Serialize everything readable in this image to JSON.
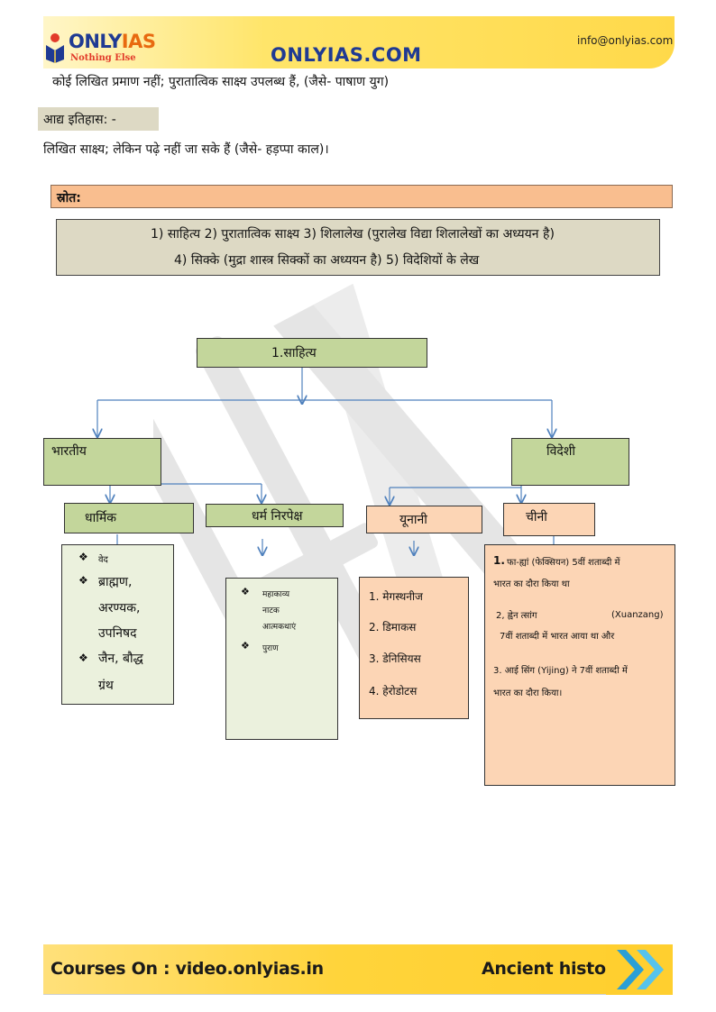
{
  "header": {
    "logo_only": "ONLY",
    "logo_ias": "IAS",
    "logo_tagline": "Nothing Else",
    "site": "ONLYIAS.COM",
    "email": "info@onlyias.com"
  },
  "intro": {
    "line1": "कोई लिखित प्रमाण नहीं; पुरातात्विक साक्ष्य उपलब्ध हैं, (जैसे- पाषाण युग)",
    "proto_label": "आद्य इतिहास: -",
    "line2": "लिखित साक्ष्य; लेकिन पढ़े नहीं  जा सके हैं (जैसे- हड़प्पा काल)।"
  },
  "sources": {
    "title": "स्रोत:",
    "line1": "1) साहित्य 2) पुरातात्विक साक्ष्य 3) शिलालेख (पुरालेख विद्या शिलालेखों का  अध्ययन है)",
    "line2": "4) सिक्के (मुद्रा शास्त्र सिक्कों का  अध्ययन है) 5) विदेशियों के लेख"
  },
  "diagram": {
    "root": "1.साहित्य",
    "indian": "भारतीय",
    "foreign": "विदेशी",
    "religious": "धार्मिक",
    "secular": "धर्म निरपेक्ष",
    "greek": "यूनानी",
    "chinese": "चीनी",
    "religious_items": [
      "वेद",
      "ब्राह्मण,",
      "अरण्यक,",
      "उपनिषद",
      "जैन, बौद्ध",
      "ग्रंथ"
    ],
    "secular_items": [
      "महाकाव्य",
      "नाटक",
      "आत्मकथाएं",
      "पुराण"
    ],
    "greek_items": [
      "1. मेगस्थनीज",
      "2. डिमाकस",
      "3. डेनिसियस",
      "4. हेरोडोटस"
    ],
    "chinese_items": {
      "c1a": "1.",
      "c1b": "फा-ह्यां (फेक्सियन)   5वीं शताब्दी में",
      "c1c": "भारत का दौरा किया था",
      "c2a": "2, ह्वेन त्सांग",
      "c2b": "(Xuanzang)",
      "c2c": "7वीं शताब्दी में  भारत आया था और",
      "c3a": "3. आई सिंग (Yijing) ने 7वीं शताब्दी में",
      "c3b": "भारत का दौरा किया।"
    }
  },
  "footer": {
    "courses": "Courses On : video.onlyias.in",
    "subject": "Ancient history"
  },
  "colors": {
    "header_yellow": "#ffd94a",
    "logo_blue": "#1f3a93",
    "logo_orange": "#e86a10",
    "node_green": "#c3d69b",
    "node_peach": "#fcd5b5",
    "source_bar": "#f9be8f",
    "label_bg": "#ddd9c4",
    "arrow_blue": "#4f81bd"
  }
}
